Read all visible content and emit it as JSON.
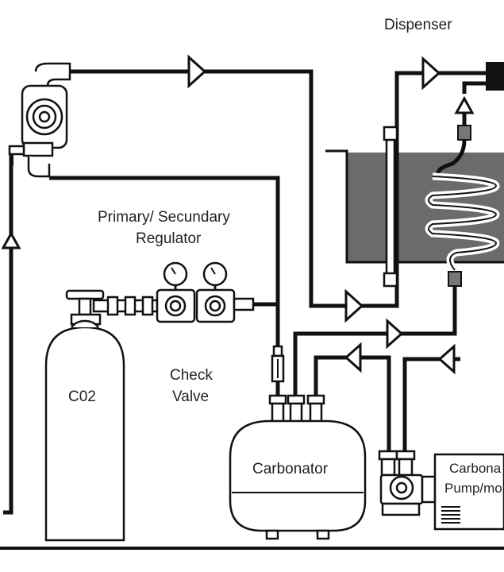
{
  "labels": {
    "dispenser": "Dispenser",
    "regulator_line1": "Primary/ Secundary",
    "regulator_line2": "Regulator",
    "check_valve_line1": "Check",
    "check_valve_line2": "Valve",
    "co2": "C02",
    "carbonator": "Carbonator",
    "pump_line1": "Carbona",
    "pump_line2": "Pump/mo"
  },
  "colors": {
    "line": "#111111",
    "water_bath": "#6b6b6b",
    "background": "#ffffff"
  },
  "icons": {
    "flow_arrow": "triangle-arrow",
    "gauge": "pressure-gauge"
  }
}
